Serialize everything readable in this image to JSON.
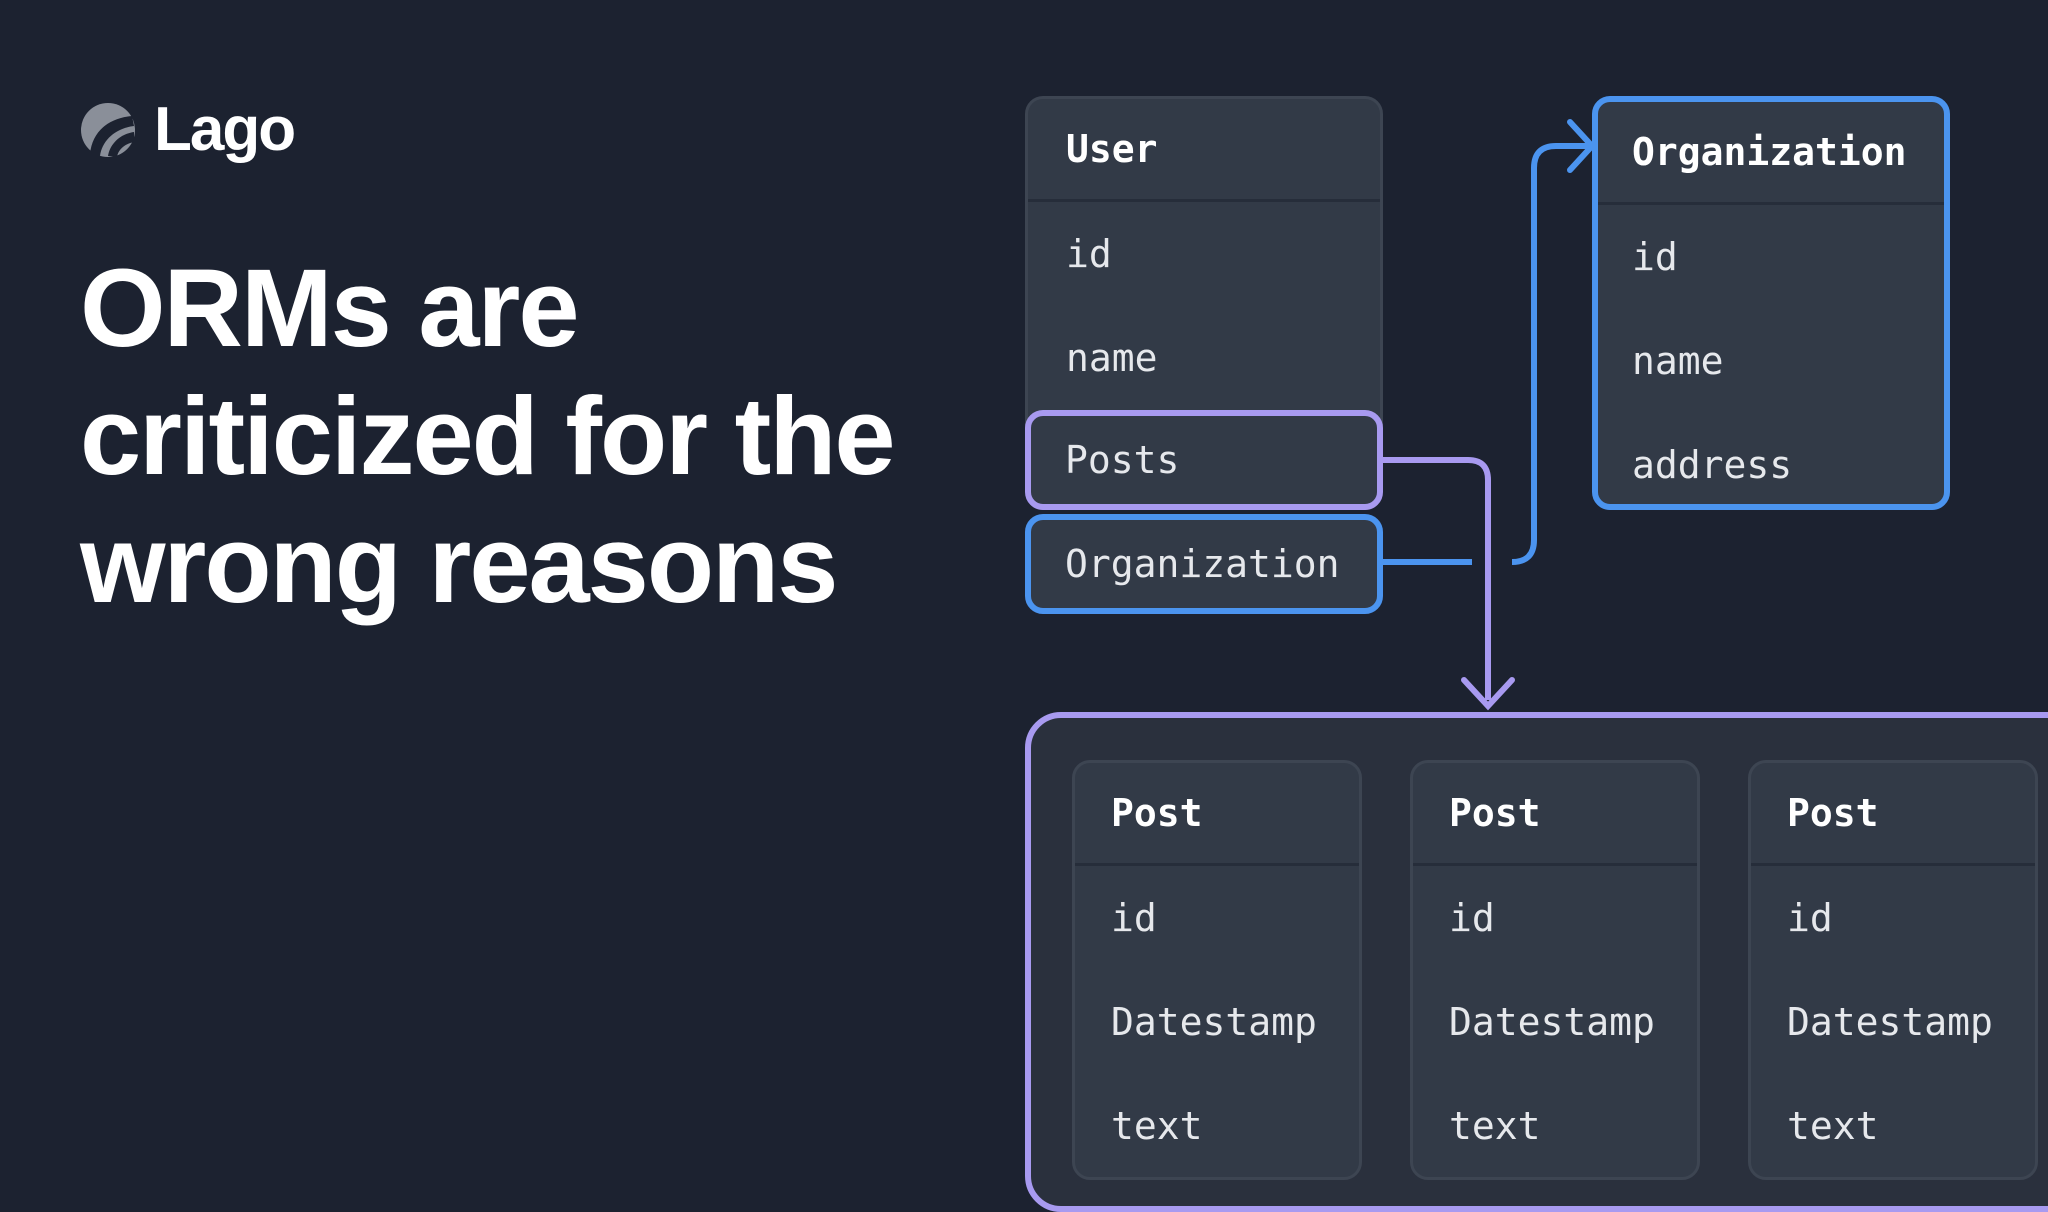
{
  "brand": {
    "logo_text": "Lago"
  },
  "headline": "ORMs are criticized for the wrong reasons",
  "user_table": {
    "title": "User",
    "fields": [
      "id",
      "name"
    ],
    "relations": {
      "posts": "Posts",
      "organization": "Organization"
    }
  },
  "organization_table": {
    "title": "Organization",
    "fields": [
      "id",
      "name",
      "address"
    ]
  },
  "post_tables": [
    {
      "title": "Post",
      "fields": [
        "id",
        "Datestamp",
        "text"
      ]
    },
    {
      "title": "Post",
      "fields": [
        "id",
        "Datestamp",
        "text"
      ]
    },
    {
      "title": "Post",
      "fields": [
        "id",
        "Datestamp",
        "text"
      ]
    }
  ],
  "colors": {
    "background": "#1c2230",
    "table_fill": "#323a47",
    "organization_link": "#4b94ef",
    "posts_link": "#a89af0"
  }
}
